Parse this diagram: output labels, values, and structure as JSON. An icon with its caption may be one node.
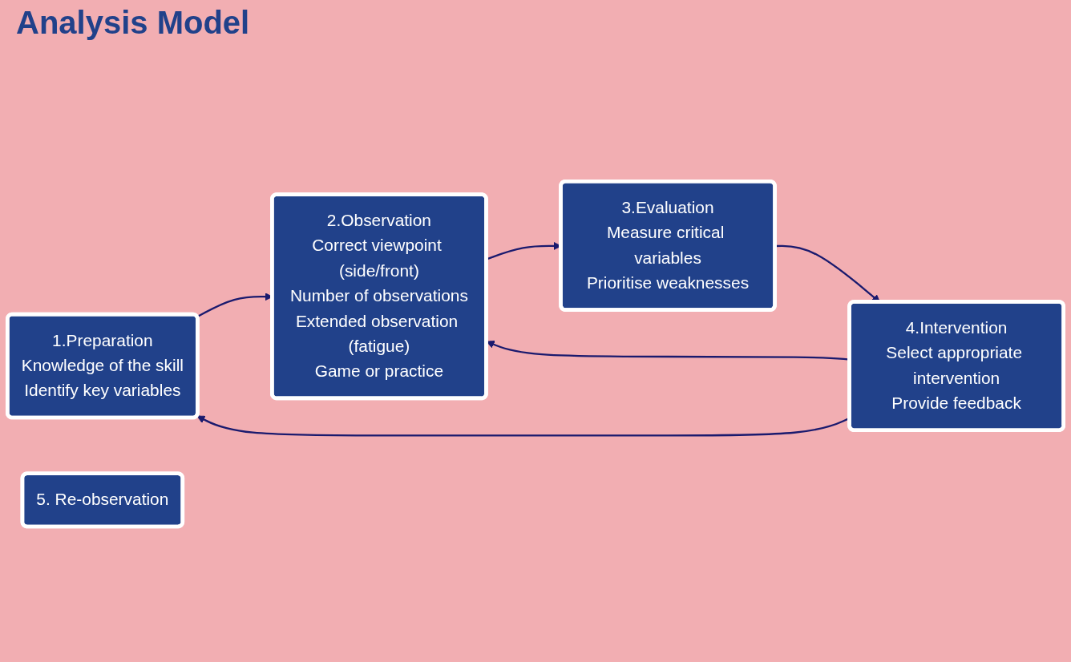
{
  "diagram": {
    "title": "Analysis Model",
    "nodes": [
      {
        "text": [
          "1.Preparation",
          "Knowledge of the skill",
          "Identify key variables"
        ]
      },
      {
        "text": [
          "2.Observation",
          "Correct viewpoint (side/front)",
          "Number of observations",
          "Extended observation (fatigue)",
          "Game or practice"
        ]
      },
      {
        "text": [
          "3.Evaluation",
          "Measure critical variables",
          "Prioritise weaknesses"
        ]
      },
      {
        "text": [
          "4.Intervention",
          "Select appropriate intervention",
          "Provide feedback"
        ]
      },
      {
        "text": [
          "5. Re-observation"
        ]
      }
    ],
    "edges": [
      {
        "from": 3,
        "to": 0,
        "arrow": "to"
      },
      {
        "from": 0,
        "to": 1,
        "arrow": "to"
      },
      {
        "from": 1,
        "to": 2,
        "arrow": "to"
      },
      {
        "from": 2,
        "to": 3,
        "arrow": "to"
      },
      {
        "from": 3,
        "to": 1,
        "arrow": "to"
      }
    ]
  }
}
